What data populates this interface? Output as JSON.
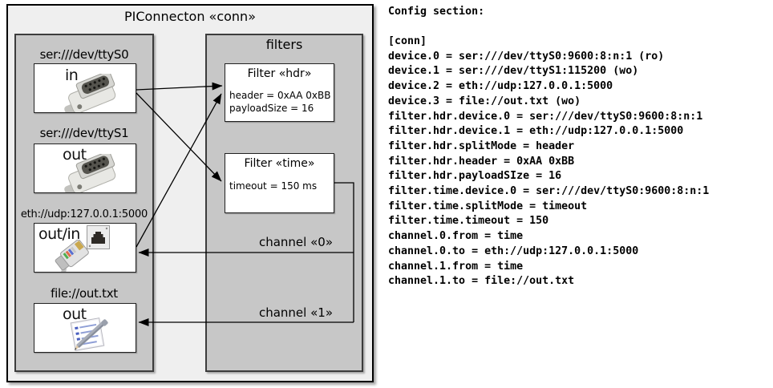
{
  "diagram": {
    "title": "PIConnecton «conn»",
    "colors": {
      "outer_fill": "#efefef",
      "panel_fill": "#c7c7c7",
      "box_fill": "#ffffff",
      "line": "#000000"
    },
    "devices": [
      {
        "label": "ser:///dev/ttyS0",
        "port": "in",
        "icons": [
          "serial-connector"
        ]
      },
      {
        "label": "ser:///dev/ttyS1",
        "port": "out",
        "icons": [
          "serial-connector"
        ]
      },
      {
        "label": "eth://udp:127.0.0.1:5000",
        "port": "out/in",
        "icons": [
          "rj45-port",
          "rj45-plug"
        ]
      },
      {
        "label": "file://out.txt",
        "port": "out",
        "icons": [
          "notepad-pencil"
        ]
      }
    ],
    "filters_panel_title": "filters",
    "filters": [
      {
        "title": "Filter «hdr»",
        "attributes": [
          "header = 0xAA 0xBB",
          "payloadSize = 16"
        ]
      },
      {
        "title": "Filter «time»",
        "attributes": [
          "timeout = 150 ms"
        ]
      }
    ],
    "channels": [
      {
        "label": "channel «0»"
      },
      {
        "label": "channel «1»"
      }
    ]
  },
  "config": {
    "heading": "Config section:",
    "lines": [
      "[conn]",
      "device.0 = ser:///dev/ttyS0:9600:8:n:1 (ro)",
      "device.1 = ser:///dev/ttyS1:115200 (wo)",
      "device.2 = eth://udp:127.0.0.1:5000",
      "device.3 = file://out.txt (wo)",
      "filter.hdr.device.0 = ser:///dev/ttyS0:9600:8:n:1",
      "filter.hdr.device.1 = eth://udp:127.0.0.1:5000",
      "filter.hdr.splitMode = header",
      "filter.hdr.header = 0xAA 0xBB",
      "filter.hdr.payloadSIze = 16",
      "filter.time.device.0 = ser:///dev/ttyS0:9600:8:n:1",
      "filter.time.splitMode = timeout",
      "filter.time.timeout = 150",
      "channel.0.from = time",
      "channel.0.to = eth://udp:127.0.0.1:5000",
      "channel.1.from = time",
      "channel.1.to = file://out.txt"
    ]
  }
}
